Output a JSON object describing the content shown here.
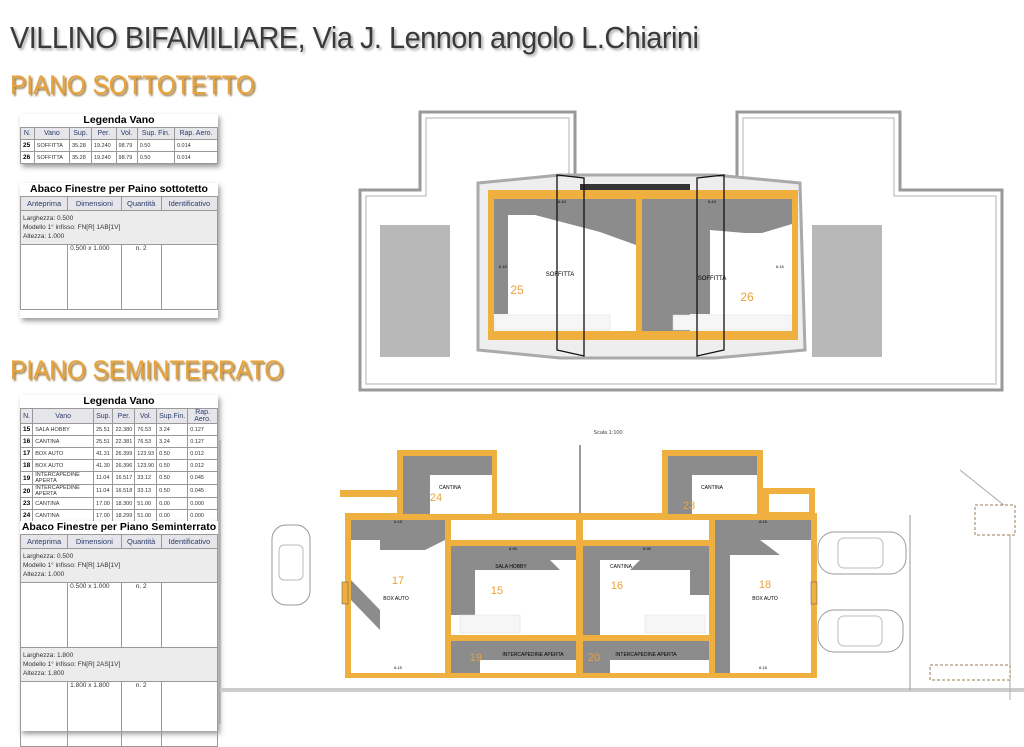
{
  "header": {
    "title": "VILLINO BIFAMILIARE, Via J. Lennon angolo L.Chiarini"
  },
  "sections": {
    "attic": "PIANO SOTTOTETTO",
    "basement": "PIANO SEMINTERRATO"
  },
  "columns": {
    "legend": [
      "N.",
      "Vano",
      "Sup.",
      "Per.",
      "Vol.",
      "Sup. Fin.",
      "Rap. Aero."
    ],
    "legend2": [
      "N.",
      "Vano",
      "Sup.",
      "Per.",
      "Vol.",
      "Sup.Fin.",
      "Rap. Aero."
    ],
    "abaco": [
      "Anteprima",
      "Dimensioni",
      "Quantità",
      "Identificativo"
    ]
  },
  "attic_legend": {
    "title": "Legenda Vano",
    "rows": [
      [
        "25",
        "SOFFITTA",
        "35.28",
        "19.240",
        "98.79",
        "0.50",
        "0.014"
      ],
      [
        "26",
        "SOFFITTA",
        "35.28",
        "19.240",
        "98.79",
        "0.50",
        "0.014"
      ]
    ]
  },
  "attic_abaco": {
    "title": "Abaco Finestre per Paino sottotetto",
    "items": [
      {
        "larghezza": "Larghezza: 0.500",
        "modello": "Modello 1° infisso: FN[R] 1AB[1V]",
        "altezza": "Altezza: 1.000",
        "dimensioni": "0.500 x 1.000",
        "quantita": "n. 2"
      }
    ]
  },
  "basement_legend": {
    "title": "Legenda Vano",
    "rows": [
      [
        "15",
        "SALA HOBBY",
        "25.51",
        "22.380",
        "76.53",
        "3.24",
        "0.127"
      ],
      [
        "16",
        "CANTINA",
        "25.51",
        "22.381",
        "76.53",
        "3.24",
        "0.127"
      ],
      [
        "17",
        "BOX AUTO",
        "41.31",
        "26.399",
        "123.93",
        "0.50",
        "0.012"
      ],
      [
        "18",
        "BOX AUTO",
        "41.30",
        "26.396",
        "123.90",
        "0.50",
        "0.012"
      ],
      [
        "19",
        "INTERCAPEDINE APERTA",
        "11.04",
        "16.517",
        "33.12",
        "0.50",
        "0.045"
      ],
      [
        "20",
        "INTERCAPEDINE APERTA",
        "11.04",
        "16.518",
        "33.13",
        "0.50",
        "0.045"
      ],
      [
        "23",
        "CANTINA",
        "17.00",
        "18.300",
        "51.00",
        "0.00",
        "0.000"
      ],
      [
        "24",
        "CANTINA",
        "17.00",
        "18.299",
        "51.00",
        "0.00",
        "0.000"
      ]
    ]
  },
  "basement_abaco": {
    "title": "Abaco Finestre per Piano Seminterrato",
    "items": [
      {
        "larghezza": "Larghezza: 0.500",
        "modello": "Modello 1° infisso: FN[R] 1AB[1V]",
        "altezza": "Altezza: 1.000",
        "dimensioni": "0.500 x 1.000",
        "quantita": "n. 2"
      },
      {
        "larghezza": "Larghezza: 1.800",
        "modello": "Modello 1° infisso: FN[R] 2AS[1V]",
        "altezza": "Altezza: 1.800",
        "dimensioni": "1.800 x 1.800",
        "quantita": "n. 2"
      }
    ]
  },
  "attic_plan": {
    "rooms": [
      {
        "name": "SOFFITTA",
        "num": "25"
      },
      {
        "name": "SOFFITTA",
        "num": "26"
      }
    ],
    "dims": [
      "6.43",
      "6.43",
      "6.15",
      "6.15"
    ]
  },
  "basement_plan": {
    "scale": "Scala 1:100",
    "rooms": [
      {
        "name": "CANTINA",
        "num": "24"
      },
      {
        "name": "CANTINA",
        "num": "23"
      },
      {
        "name": "SALA HOBBY",
        "num": "15"
      },
      {
        "name": "CANTINA",
        "num": "16"
      },
      {
        "name": "BOX AUTO",
        "num": "17"
      },
      {
        "name": "BOX AUTO",
        "num": "18"
      },
      {
        "name": "INTERCAPEDINE APERTA",
        "num": "19"
      },
      {
        "name": "INTERCAPEDINE APERTA",
        "num": "20"
      }
    ],
    "dims": [
      "6.15",
      "6.15",
      "6.15",
      "6.15",
      "6.90",
      "6.90"
    ]
  },
  "colors": {
    "wall": "#f0b040",
    "shade": "#8c8c8c",
    "title": "#3a3a3a",
    "section": "#e9a23a"
  }
}
